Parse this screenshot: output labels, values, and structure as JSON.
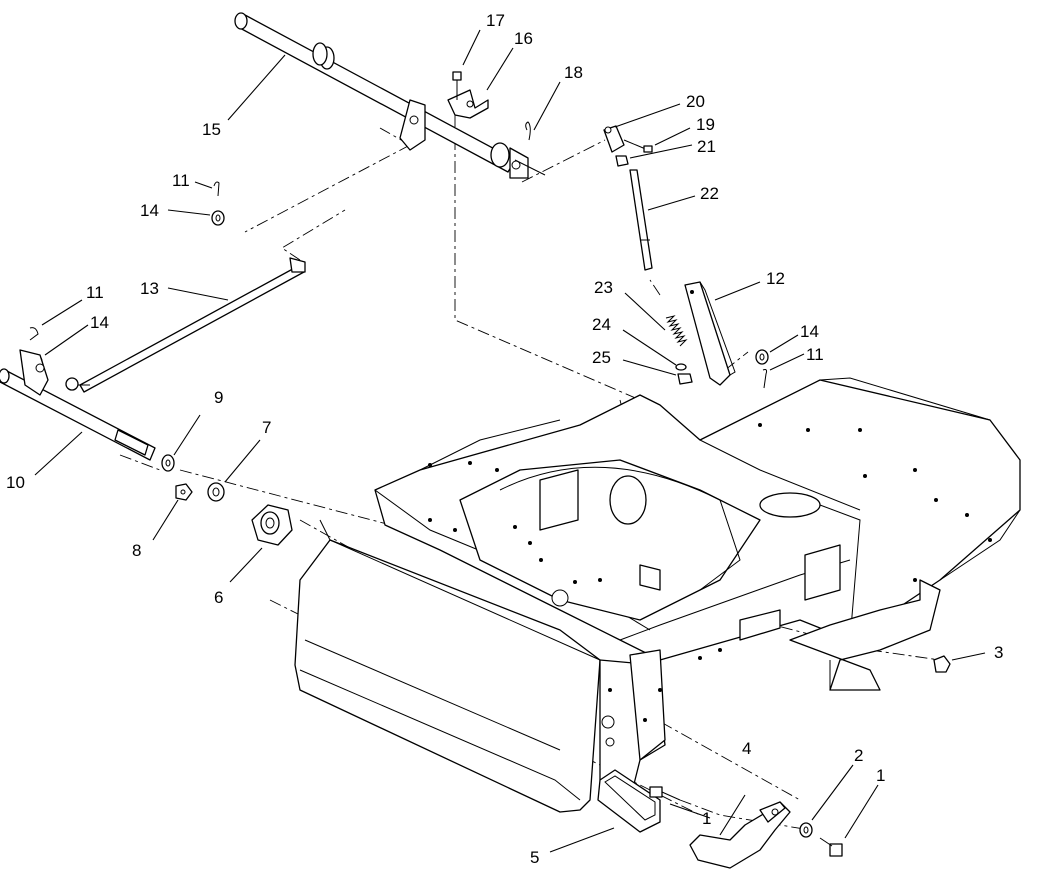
{
  "callouts": {
    "c1": "1",
    "c1b": "1",
    "c2": "2",
    "c3": "3",
    "c4": "4",
    "c5": "5",
    "c6": "6",
    "c7": "7",
    "c8": "8",
    "c9": "9",
    "c10": "10",
    "c11a": "11",
    "c11b": "11",
    "c11c": "11",
    "c12": "12",
    "c13": "13",
    "c14a": "14",
    "c14b": "14",
    "c14c": "14",
    "c15": "15",
    "c16": "16",
    "c17": "17",
    "c18": "18",
    "c19": "19",
    "c20": "20",
    "c21": "21",
    "c22": "22",
    "c23": "23",
    "c24": "24",
    "c25": "25"
  },
  "colors": {
    "line": "#000000",
    "background": "#ffffff"
  }
}
